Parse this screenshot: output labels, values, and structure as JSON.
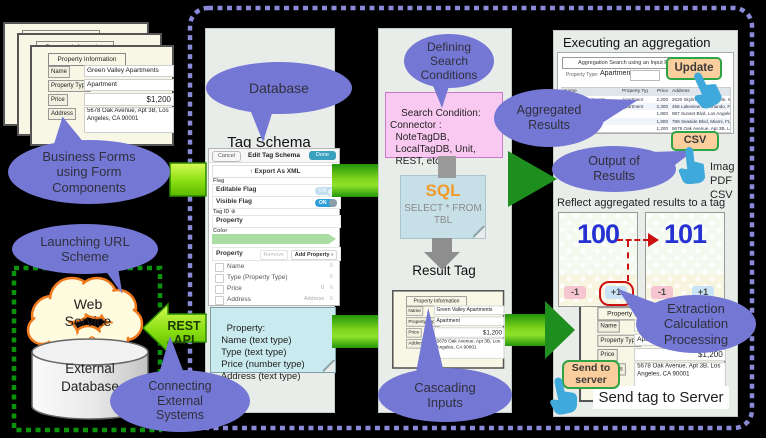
{
  "colors": {
    "bubble_purple": "#7577D5",
    "panel_bg": "#E9EDE9",
    "arrow_bright_green": "#8ADF12",
    "arrow_dark_green": "#1E8F1E",
    "dashed_purple": "#8A8AD9",
    "dashed_green": "#0A930A",
    "button_orange": "#FBCE9E",
    "button_border_green": "#2FA445",
    "form_cream": "#F8F7E6",
    "note_teal": "#C9EAEE",
    "condition_pink": "#F9C9F1",
    "sql_blue": "#C7DFE7",
    "tag_number_blue": "#2531D2",
    "annotation_red": "#CC1111",
    "hand_blue": "#3FA9DC"
  },
  "shared": {
    "property_form": {
      "title": "Property Information",
      "name_label": "Name",
      "name_value": "Green Valley Apartments",
      "type_label": "Property Type",
      "type_value": "Apartment",
      "price_label": "Price",
      "price_value": "$1,200",
      "address_label": "Address",
      "address_value": "5678 Oak Avenue, Apt 3B, Los Angeles, CA 90001"
    }
  },
  "left": {
    "business_forms_bubble": "Business Forms\nusing Form\nComponents",
    "launching_bubble": "Launching URL\nScheme",
    "web_service": "Web\nService",
    "external_database": "External\nDatabase",
    "rest_api_label": "REST API",
    "connecting_bubble": "Connecting\nExternal\nSystems"
  },
  "tag_schema_panel": {
    "title": "Tag Schema",
    "database_bubble": "Database",
    "editor": {
      "cancel": "Cancel",
      "title": "Edit Tag Schema",
      "done": "Done",
      "export_icon": "↑",
      "export": "Export As XML",
      "flag_section": "Flag",
      "editable_flag": "Editable Flag",
      "editable_state": "ON",
      "visible_flag": "Visible Flag",
      "visible_state": "ON",
      "tag_id_label": "Tag ID",
      "tag_id_icon": "⊕",
      "tag_id_value": "Property",
      "color_label": "Color",
      "property_section": "Property",
      "remove_button": "Remove",
      "add_property_button": "Add Property",
      "chevron": "›",
      "row_handle": "≡",
      "rows": [
        {
          "label": "Name",
          "value": ""
        },
        {
          "label": "Type (Property Type)",
          "value": ""
        },
        {
          "label": "Price",
          "value": "0"
        },
        {
          "label": "Address",
          "value": "Address"
        }
      ]
    },
    "note": "Property:\n  Name (text type)\n  Type (text type)\n  Price (number type)\n  Address (text type)"
  },
  "search_panel": {
    "defining_bubble": "Defining\nSearch\nConditions",
    "condition_box": "Search Condition:\nConnector :\n  NoteTagDB,\n  LocalTagDB, Unit,\n  REST, etc.",
    "sql_title": "SQL",
    "sql_body": "SELECT * FROM\nTBL",
    "result_tag_label": "Result Tag",
    "cascading_bubble": "Cascading\nInputs"
  },
  "aggregation_panel": {
    "title": "Executing an aggregation",
    "search_header": "Aggregation Search using an Input Parameter",
    "param_label": "Property Type:",
    "param_value": "Apartment",
    "update_button": "Update",
    "table": {
      "headers": [
        "Name",
        "Property Type",
        "Price",
        "Address"
      ],
      "rows": [
        [
          "Skyview Apartments",
          "Apartment",
          "2,200",
          "2020 Skyline Blvd, Seattle, WA 98101"
        ],
        [
          "",
          "Apartment",
          "2,300",
          "456 Lakeview Dr, Orlando, FL 32801"
        ],
        [
          "",
          "",
          "1,800",
          "987 Sunset Blvd, Los Angeles, CA 9002"
        ],
        [
          "",
          "",
          "1,800",
          "789 Seaside Blvd, Miami, FL 33101"
        ],
        [
          "",
          "",
          "1,200",
          "5678 Oak Avenue, Apt 3B, Los Angeles, CA."
        ]
      ]
    },
    "aggregated_bubble": "Aggregated\nResults",
    "csv_button": "CSV",
    "output_bubble": "Output of\nResults",
    "output_formats": [
      "Image",
      "PDF",
      "CSV"
    ],
    "reflect_caption": "Reflect aggregated results to a tag",
    "tag_before": "100",
    "tag_after": "101",
    "badge_minus": "-1",
    "badge_plus": "+1",
    "extraction_bubble": "Extraction\nCalculation\nProcessing",
    "send_button": "Send to\nserver",
    "send_caption": "Send tag to Server"
  }
}
